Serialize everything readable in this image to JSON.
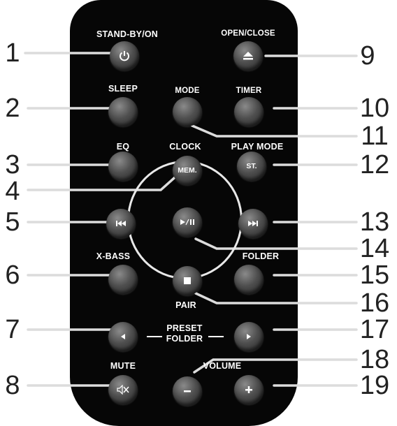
{
  "labels": {
    "standby": "STAND-BY/ON",
    "open_close": "OPEN/CLOSE",
    "sleep": "SLEEP",
    "mode": "MODE",
    "timer": "TIMER",
    "eq": "EQ",
    "clock": "CLOCK",
    "play_mode": "PLAY MODE",
    "x_bass": "X-BASS",
    "folder": "FOLDER",
    "pair": "PAIR",
    "preset": "PRESET",
    "preset_folder": "FOLDER",
    "mute": "MUTE",
    "volume": "VOLUME"
  },
  "button_text": {
    "mem": "MEM.",
    "st": "ST."
  },
  "numbers": [
    "1",
    "2",
    "3",
    "4",
    "5",
    "6",
    "7",
    "8",
    "9",
    "10",
    "11",
    "12",
    "13",
    "14",
    "15",
    "16",
    "17",
    "18",
    "19"
  ],
  "icons": {
    "power": "power-icon",
    "eject": "eject-icon",
    "prev": "skip-back-icon",
    "play_pause": "play-pause-icon",
    "next": "skip-forward-icon",
    "stop": "stop-icon",
    "left": "left-arrow-icon",
    "right": "right-arrow-icon",
    "mute": "mute-icon",
    "minus": "minus-icon",
    "plus": "plus-icon"
  },
  "colors": {
    "body": "#060606",
    "label": "#ffffff",
    "callout_line": "#dddddd",
    "number": "#222222"
  }
}
